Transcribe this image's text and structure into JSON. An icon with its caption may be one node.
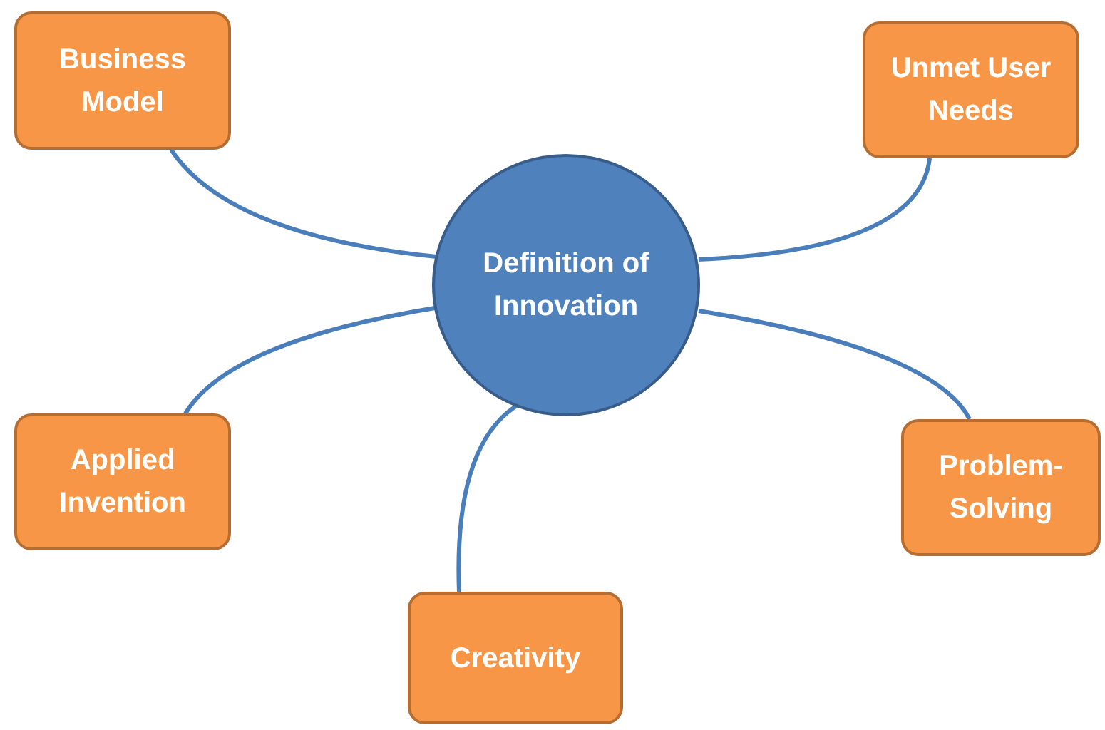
{
  "diagram": {
    "nodes": [
      {
        "text": [
          "Business Model"
        ]
      },
      {
        "text": [
          "Unmet User Needs"
        ]
      },
      {
        "text": [
          "Definition of Innovation"
        ]
      },
      {
        "text": [
          "Applied Invention"
        ]
      },
      {
        "text": [
          "Problem-Solving"
        ]
      },
      {
        "text": [
          "Creativity"
        ]
      }
    ],
    "edges": [
      {
        "from": 2,
        "to": 0,
        "arrow": "none"
      },
      {
        "from": 2,
        "to": 1,
        "arrow": "none"
      },
      {
        "from": 2,
        "to": 3,
        "arrow": "none"
      },
      {
        "from": 2,
        "to": 4,
        "arrow": "none"
      },
      {
        "from": 2,
        "to": 5,
        "arrow": "none"
      }
    ]
  }
}
